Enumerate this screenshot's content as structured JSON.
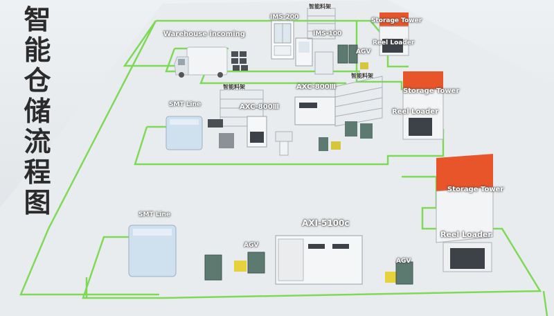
{
  "title": "智能仓储流程图",
  "title_chars": [
    "智",
    "能",
    "仓",
    "储",
    "流",
    "程",
    "图"
  ],
  "labels": {
    "warehouse_incoming": "Warehouse incoming",
    "ims_200": "IMS-200",
    "ims_100": "IMS-100",
    "smart_rack_1": "智能料架",
    "smart_rack_2": "智能料架",
    "smart_rack_3": "智能料架",
    "agv_1": "AGV",
    "agv_2": "AGV",
    "agv_3": "AGV",
    "storage_tower_1": "Storage Tower",
    "storage_tower_2": "Storage Tower",
    "storage_tower_3": "Storage Tower",
    "reel_loader_1": "Reel Loader",
    "reel_loader_2": "Reel Loader",
    "reel_loader_3": "Reel Loader",
    "axc_800_a": "AXC-800Ⅲ",
    "axc_800_b": "AXC-800Ⅲ",
    "smt_line_1": "SMT Line",
    "smt_line_2": "SMT Line",
    "axi_5100c": "AXI-5100c"
  },
  "colors": {
    "route_green": "#7ed957",
    "tower_red": "#e8552a",
    "floor": "#e6e9ec"
  }
}
